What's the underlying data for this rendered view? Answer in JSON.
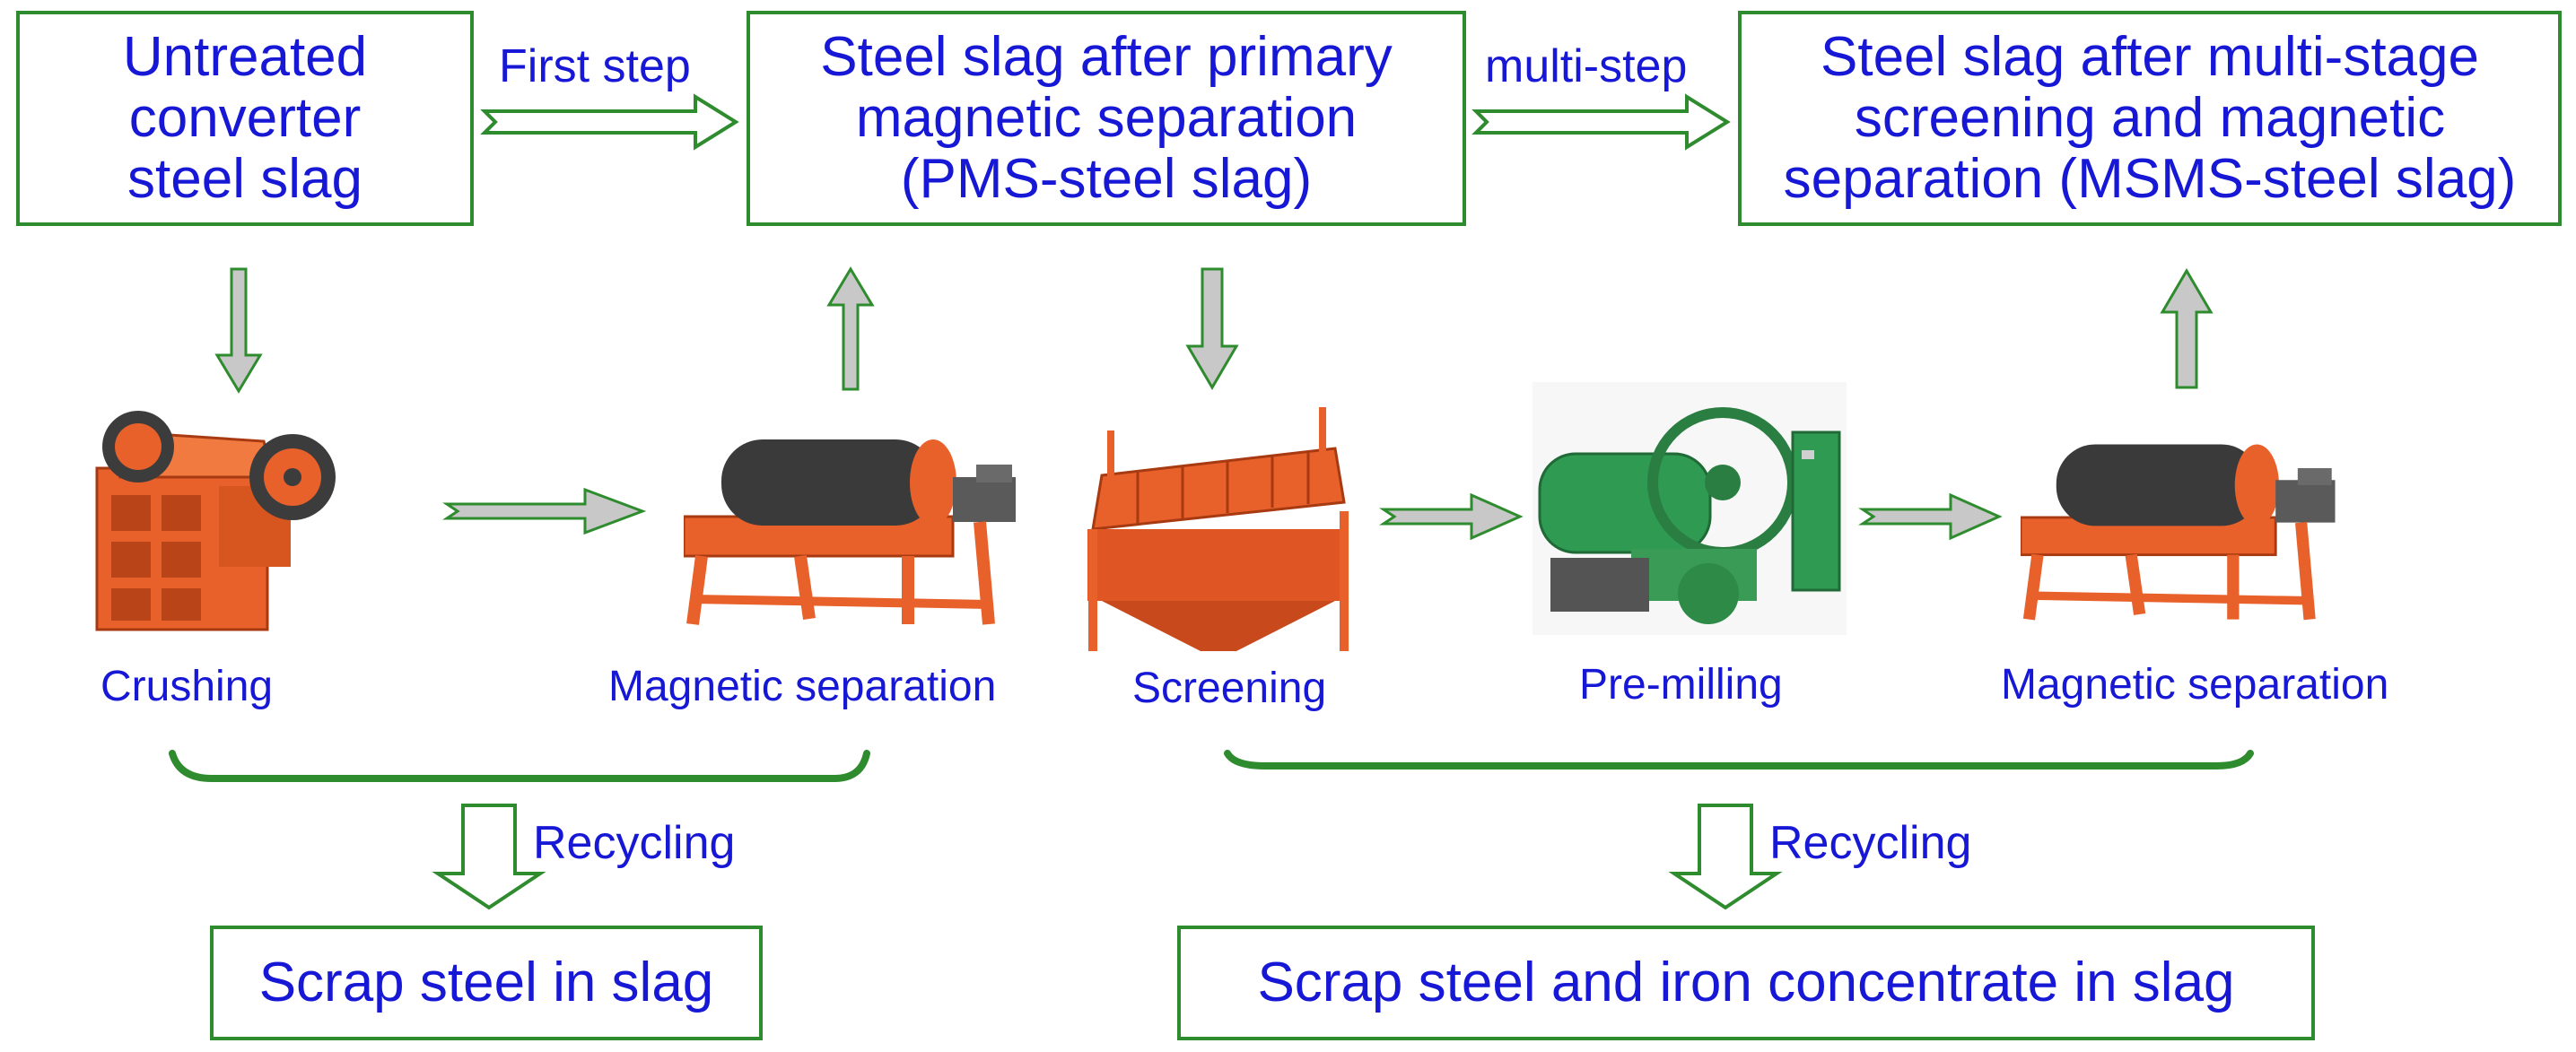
{
  "boxes": {
    "untreated": [
      "Untreated",
      "converter",
      "steel slag"
    ],
    "pms": [
      "Steel slag after primary",
      "magnetic separation",
      "(PMS-steel slag)"
    ],
    "msms": [
      "Steel slag after multi-stage",
      "screening and magnetic",
      "separation (MSMS-steel slag)"
    ],
    "scrap_left": "Scrap steel in slag",
    "scrap_right": "Scrap steel and iron concentrate in slag"
  },
  "steps": {
    "first": "First step",
    "multi": "multi-step",
    "recycling_left": "Recycling",
    "recycling_right": "Recycling"
  },
  "processes": {
    "crushing": "Crushing",
    "magnetic_left": "Magnetic separation",
    "screening": "Screening",
    "premilling": "Pre-milling",
    "magnetic_right": "Magnetic separation"
  },
  "colors": {
    "text": "#1717d6",
    "border": "#2e8b2e",
    "arrow_fill": "#c8c8c8",
    "machine_orange": "#e8602a",
    "machine_green": "#2f9a52"
  }
}
